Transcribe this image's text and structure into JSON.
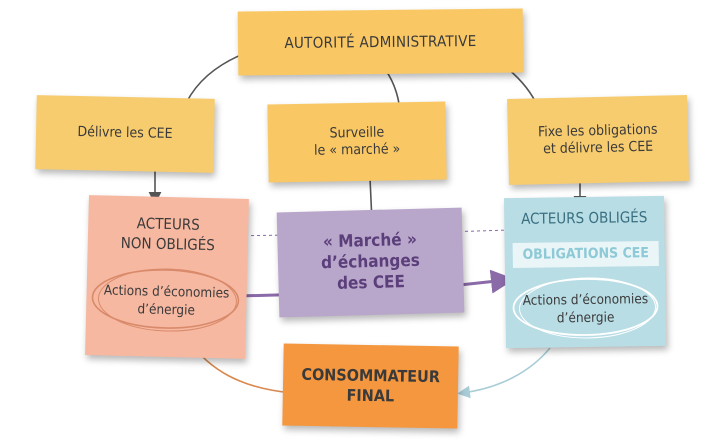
{
  "diagram": {
    "autorite": "AUTORITÉ ADMINISTRATIVE",
    "delivre": "Délivre les CEE",
    "surveille": "Surveille\nle « marché »",
    "fixe": "Fixe les obligations\net délivre les CEE",
    "acteurs_non_obliges": "ACTEURS\nNON OBLIGÉS",
    "actions_left": "Actions d’économies\nd’énergie",
    "marche": "« Marché »\nd’échanges\ndes CEE",
    "acteurs_obliges": "ACTEURS OBLIGÉS",
    "obligations": "OBLIGATIONS CEE",
    "actions_right": "Actions d’économies\nd’énergie",
    "consommateur": "CONSOMMATEUR\nFINAL"
  },
  "colors": {
    "yellow": "#f9c865",
    "salmon": "#f6b8a1",
    "purple": "#b9a6cb",
    "blue": "#b8dde5",
    "orange": "#f5973e",
    "arrow_dark": "#555555",
    "arrow_purple": "#8b6aa8",
    "arrow_orange": "#d9894f",
    "arrow_blue": "#a9cdd7"
  }
}
